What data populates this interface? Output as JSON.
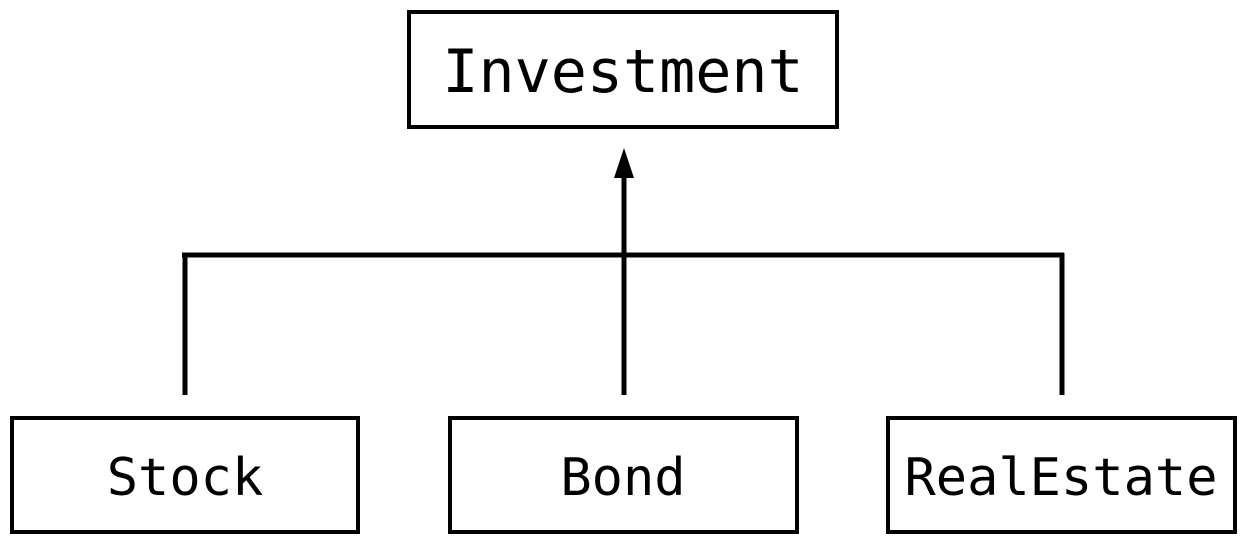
{
  "diagram": {
    "parent": {
      "label": "Investment"
    },
    "children": [
      {
        "label": "Stock"
      },
      {
        "label": "Bond"
      },
      {
        "label": "RealEstate"
      }
    ],
    "colors": {
      "stroke": "#000000",
      "background": "#ffffff"
    }
  }
}
